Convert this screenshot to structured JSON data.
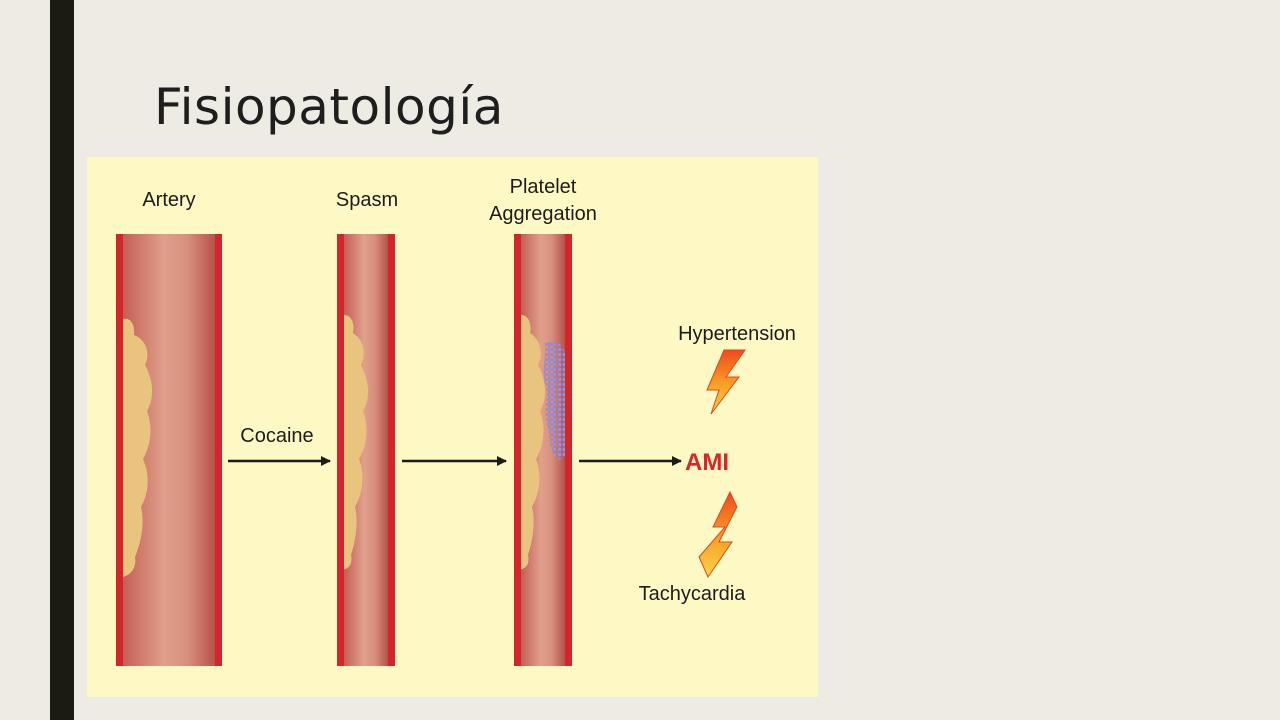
{
  "slide": {
    "title": "Fisiopatología"
  },
  "diagram": {
    "stage_labels": {
      "artery": "Artery",
      "spasm": "Spasm",
      "platelet_line1": "Platelet",
      "platelet_line2": "Aggregation"
    },
    "arrow_labels": {
      "cocaine": "Cocaine"
    },
    "outcome": {
      "label": "AMI",
      "color": "#d8262a"
    },
    "factors": {
      "hypertension": "Hypertension",
      "tachycardia": "Tachycardia"
    },
    "icons": [
      "lightning-bolt-icon",
      "lightning-bolt-icon",
      "arrow-right-icon"
    ],
    "colors": {
      "background": "#fdf8c4",
      "vessel_wall": "#d2262a",
      "plaque": "#e9c47e",
      "platelets": "#9b90d8"
    }
  }
}
